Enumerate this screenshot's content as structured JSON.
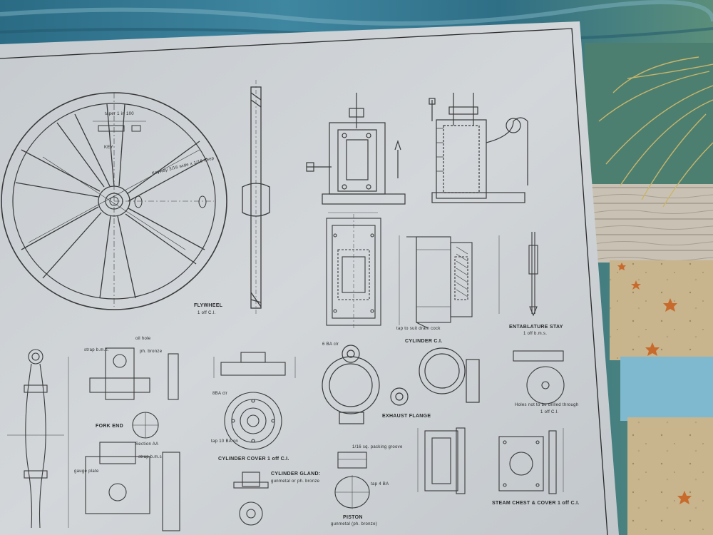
{
  "drawing": {
    "flywheel": {
      "title": "FLYWHEEL",
      "qty": "1 off C.I."
    },
    "key": {
      "title": "KEY",
      "taper": "taper 1 in 100"
    },
    "keyway": {
      "note": "Keyway 3/16 wide x 1/16 deep"
    },
    "cylinder": {
      "title": "CYLINDER C.I.",
      "drain_note": "tap to suit drain cock"
    },
    "entablature_stay": {
      "title": "ENTABLATURE STAY",
      "qty": "1 off b.m.s."
    },
    "fork_end": {
      "title": "FORK END",
      "oil_hole": "oil hole",
      "strap": "strap b.m.s.",
      "bush": "ph. bronze"
    },
    "cylinder_cover": {
      "title": "CYLINDER COVER 1 off C.I.",
      "tap": "tap 10 BA on",
      "pcd": "8BA clr"
    },
    "cylinder_gland": {
      "title": "CYLINDER GLAND:",
      "material": "gunmetal or ph. bronze"
    },
    "exhaust_flange": {
      "title": "EXHAUST FLANGE",
      "tap": "6 BA clr"
    },
    "piston": {
      "title": "PISTON",
      "material": "gunmetal (ph. bronze)",
      "groove": "1/16 sq. packing groove",
      "tap": "tap 4 BA"
    },
    "steam_chest": {
      "title": "STEAM CHEST & COVER 1 off C.I.",
      "holes_note": "Holes not to be drilled through",
      "qty": "1 off C.I."
    },
    "section": {
      "label": "Section AA",
      "strap": "strap b.m.s.",
      "gauge": "gauge plate"
    }
  },
  "colors": {
    "paper": "#cfd3d6",
    "ink": "#3a3a3a",
    "quilt_teal": "#2f6f86",
    "quilt_sand": "#c9b48c"
  }
}
